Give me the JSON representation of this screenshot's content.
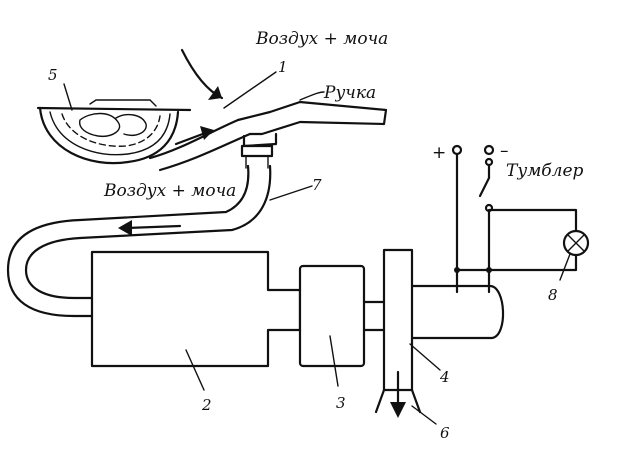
{
  "labels": {
    "air_urine_top": "Воздух + моча",
    "handle": "Ручка",
    "air_urine_mid": "Воздух + моча",
    "toggle": "Тумблер",
    "plus": "+",
    "minus": "–"
  },
  "numbers": {
    "n1": "1",
    "n2": "2",
    "n3": "3",
    "n4": "4",
    "n5": "5",
    "n6": "6",
    "n7": "7",
    "n8": "8"
  }
}
